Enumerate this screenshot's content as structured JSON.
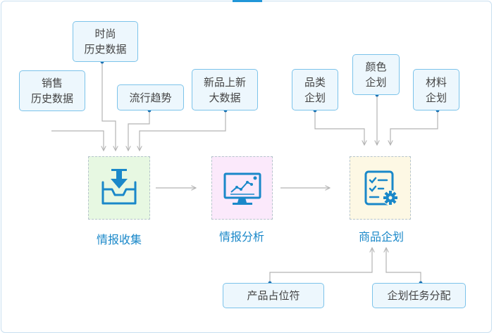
{
  "inputs": {
    "sales_history": [
      "销售",
      "历史数据"
    ],
    "period_history": [
      "时尚",
      "历史数据"
    ],
    "trend": "流行趋势",
    "new_product": [
      "新品上新",
      "大数据"
    ]
  },
  "planning_inputs": {
    "category": [
      "品类",
      "企划"
    ],
    "color": [
      "颜色",
      "企划"
    ],
    "material": [
      "材料",
      "企划"
    ]
  },
  "stages": {
    "collect": "情报收集",
    "analyze": "情报分析",
    "plan": "商品企划"
  },
  "outputs": {
    "placeholder": "产品占位符",
    "task_assign": "企划任务分配"
  },
  "colors": {
    "accent": "#1a88c9",
    "tag_border": "#7cc3ea",
    "tag_fill": "#edf7fd",
    "collect_fill": "#e7f8e2",
    "analyze_fill": "#fbe9fb",
    "plan_fill": "#fdf8e4",
    "connector": "#b3b3b3"
  }
}
